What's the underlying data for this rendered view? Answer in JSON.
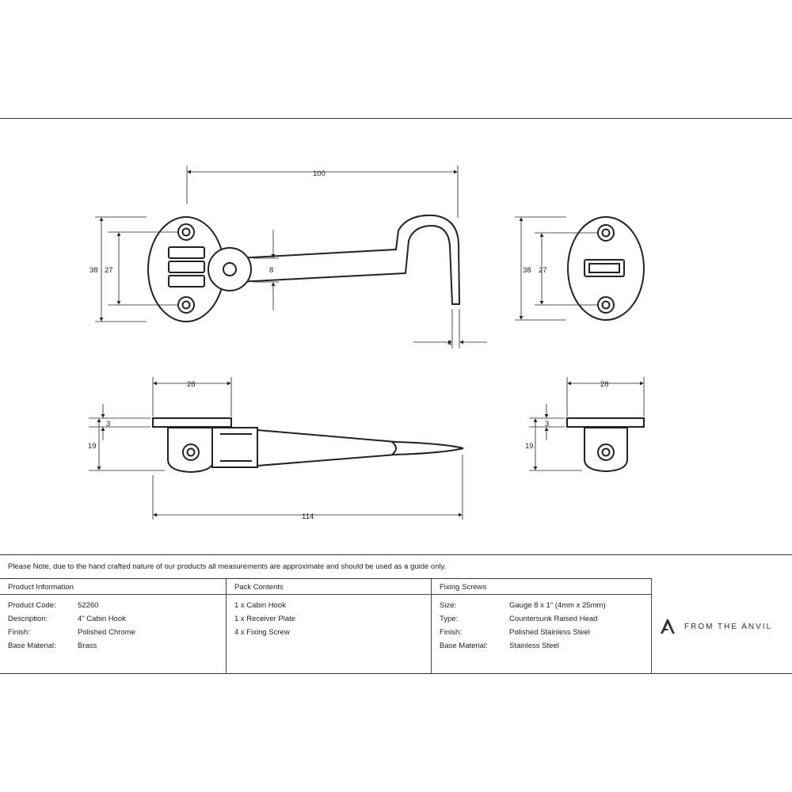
{
  "dimensions": {
    "overall_width": "100",
    "plate_height_left": "38",
    "hole_spacing_left": "27",
    "hook_thickness": "8",
    "hook_tip": "4",
    "plate_height_right": "38",
    "hole_spacing_right": "27",
    "side_plate_width": "28",
    "side_plate_thickness": "3",
    "side_height": "19",
    "overall_length": "114",
    "receiver_plate_width": "28",
    "receiver_plate_thickness": "3",
    "receiver_height": "19"
  },
  "note": "Please Note, due to the hand crafted nature of our products all measurements are approximate and should be used as a guide only.",
  "product_information": {
    "heading": "Product Information",
    "rows": [
      {
        "label": "Product Code:",
        "value": "52260"
      },
      {
        "label": "Description:",
        "value": "4\" Cabin Hook"
      },
      {
        "label": "Finish:",
        "value": "Polished Chrome"
      },
      {
        "label": "Base Material:",
        "value": "Brass"
      }
    ]
  },
  "pack_contents": {
    "heading": "Pack Contents",
    "items": [
      "1 x Cabin Hook",
      "1 x Receiver Plate",
      "4 x Fixing Screw"
    ]
  },
  "fixing_screws": {
    "heading": "Fixing Screws",
    "rows": [
      {
        "label": "Size:",
        "value": "Gauge 8 x 1\" (4mm x 25mm)"
      },
      {
        "label": "Type:",
        "value": "Countersunk Raised Head"
      },
      {
        "label": "Finish:",
        "value": "Polished Stainless Steel"
      },
      {
        "label": "Base Material:",
        "value": "Stainless Steel"
      }
    ]
  },
  "brand": {
    "name": "FROM THE ANVIL",
    "logo_icon": "anvil-logo-icon"
  }
}
